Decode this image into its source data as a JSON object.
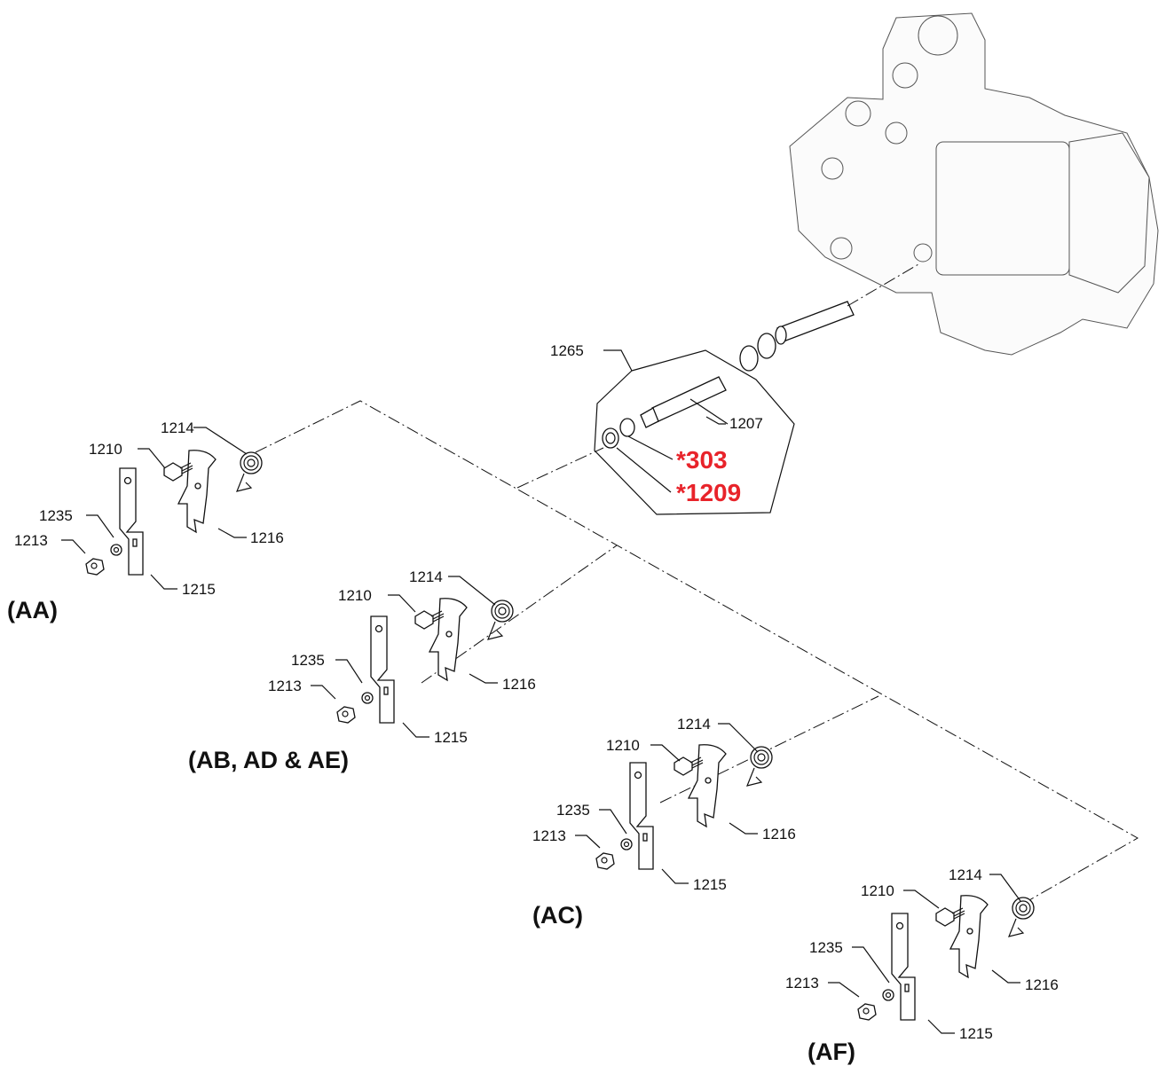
{
  "labels": {
    "kit": "1265",
    "shaft": "1207",
    "seal_a": "*303",
    "seal_b": "*1209",
    "spring": "1214",
    "bolt": "1210",
    "lockwasher": "1235",
    "nut": "1213",
    "arm": "1216",
    "bracket": "1215"
  },
  "groups": {
    "aa": "(AA)",
    "ab": "(AB, AD & AE)",
    "ac": "(AC)",
    "af": "(AF)"
  },
  "colors": {
    "highlight": "#e8232a",
    "line": "#111111"
  }
}
